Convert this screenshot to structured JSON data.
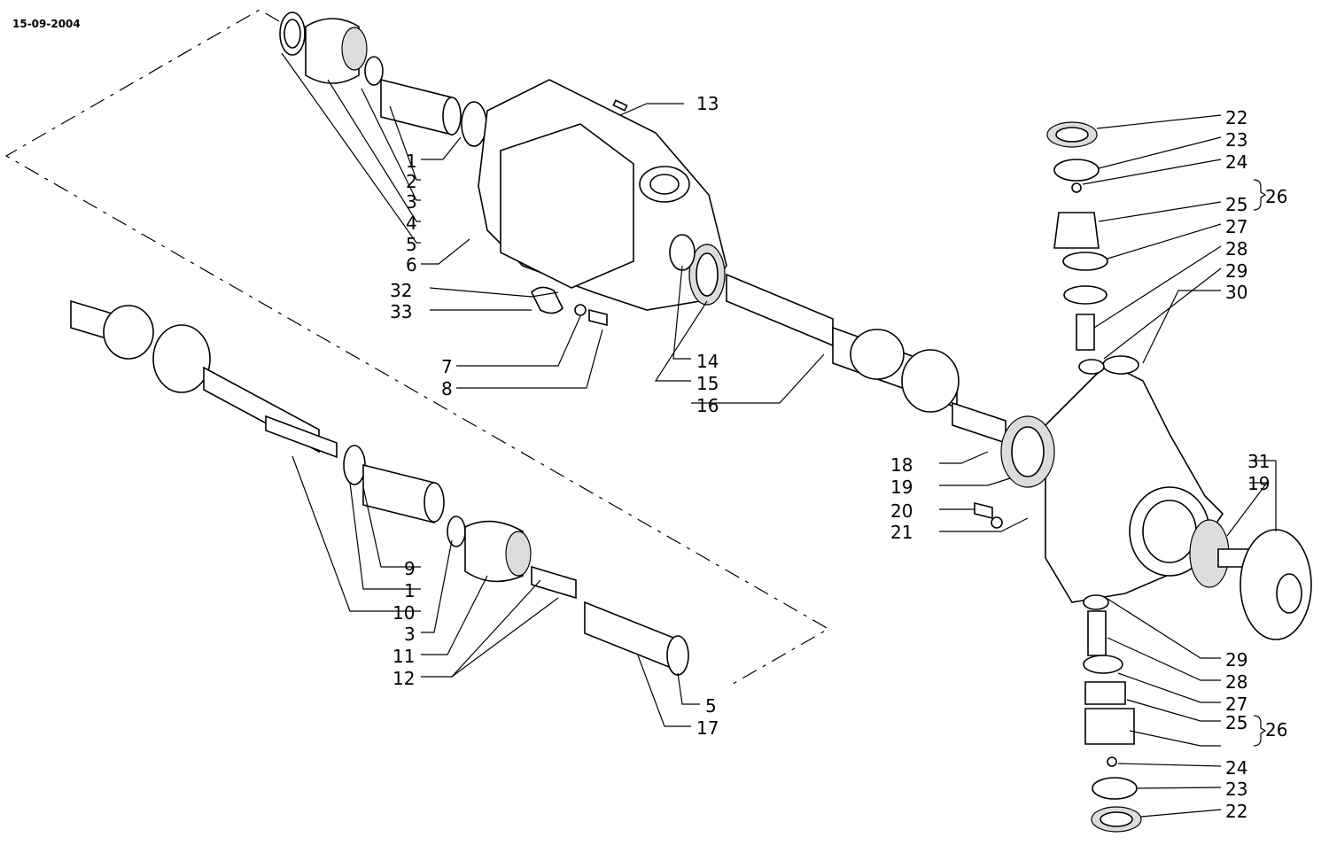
{
  "date": "15-09-2004",
  "callouts": [
    "13",
    "1",
    "2",
    "3",
    "4",
    "5",
    "6",
    "32",
    "33",
    "7",
    "8",
    "14",
    "15",
    "16",
    "22",
    "23",
    "24",
    "25",
    "27",
    "28",
    "29",
    "30",
    "26",
    "31",
    "19",
    "18",
    "19",
    "20",
    "21",
    "9",
    "1",
    "10",
    "3",
    "11",
    "12",
    "5",
    "17",
    "29",
    "28",
    "27",
    "25",
    "26",
    "24",
    "23",
    "22"
  ]
}
